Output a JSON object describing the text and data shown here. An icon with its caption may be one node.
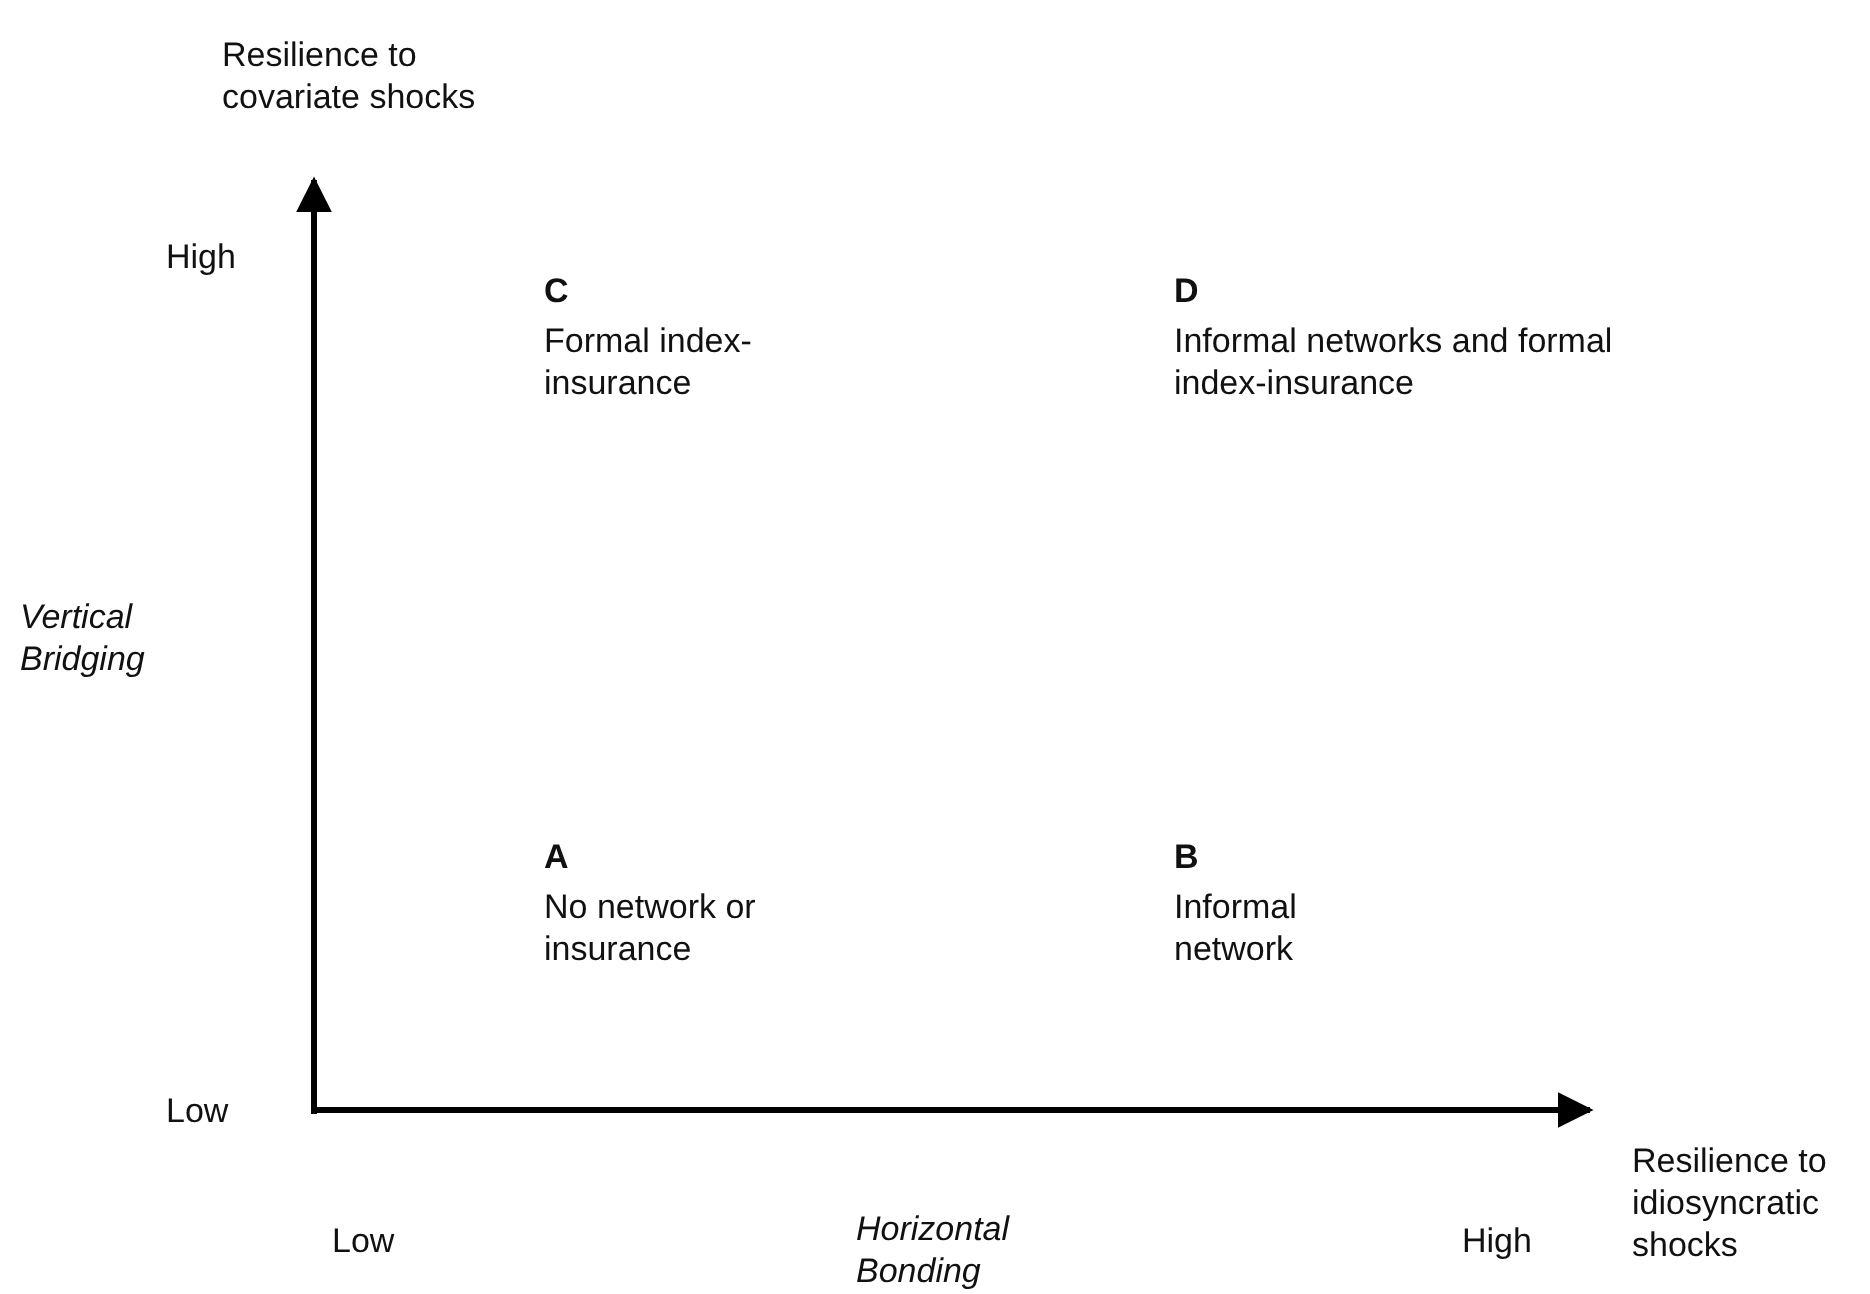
{
  "diagram": {
    "labels": [
      "Resilience to covariate shocks",
      "High",
      "C",
      "Formal index-insurance",
      "D",
      "Informal networks and formal index-insurance",
      "Vertical Bridging",
      "A",
      "No network or insurance",
      "B",
      "Informal network",
      "Low",
      "Resilience to idiosyncratic shocks",
      "Low",
      "High",
      "Horizontal Bonding"
    ]
  }
}
